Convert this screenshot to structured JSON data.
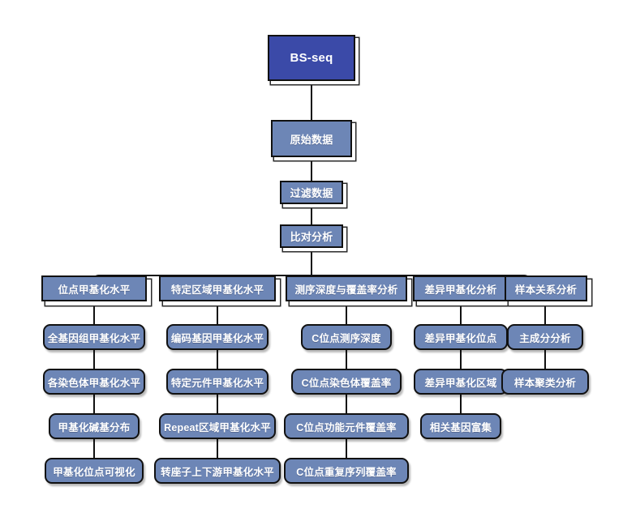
{
  "diagram": {
    "type": "flowchart",
    "title": "BS-seq analysis pipeline",
    "background_color": "#ffffff",
    "colors": {
      "root_fill": "#3B4AA8",
      "node_fill": "#6D86B6",
      "border": "#111111",
      "text": "#ffffff",
      "line": "#111111"
    },
    "root": {
      "label": "BS-seq"
    },
    "pipeline": [
      {
        "label": "原始数据"
      },
      {
        "label": "过滤数据"
      },
      {
        "label": "比对分析"
      }
    ],
    "categories": [
      {
        "label": "位点甲基化水平",
        "children": [
          {
            "label": "全基因组甲基化水平"
          },
          {
            "label": "各染色体甲基化水平"
          },
          {
            "label": "甲基化碱基分布"
          },
          {
            "label": "甲基化位点可视化"
          }
        ]
      },
      {
        "label": "特定区域甲基化水平",
        "children": [
          {
            "label": "编码基因甲基化水平"
          },
          {
            "label": "特定元件甲基化水平"
          },
          {
            "label": "Repeat区域甲基化水平"
          },
          {
            "label": "转座子上下游甲基化水平"
          }
        ]
      },
      {
        "label": "测序深度与覆盖率分析",
        "children": [
          {
            "label": "C位点测序深度"
          },
          {
            "label": "C位点染色体覆盖率"
          },
          {
            "label": "C位点功能元件覆盖率"
          },
          {
            "label": "C位点重复序列覆盖率"
          }
        ]
      },
      {
        "label": "差异甲基化分析",
        "children": [
          {
            "label": "差异甲基化位点"
          },
          {
            "label": "差异甲基化区域"
          },
          {
            "label": "相关基因富集"
          }
        ]
      },
      {
        "label": "样本关系分析",
        "children": [
          {
            "label": "主成分分析"
          },
          {
            "label": "样本聚类分析"
          }
        ]
      }
    ]
  }
}
